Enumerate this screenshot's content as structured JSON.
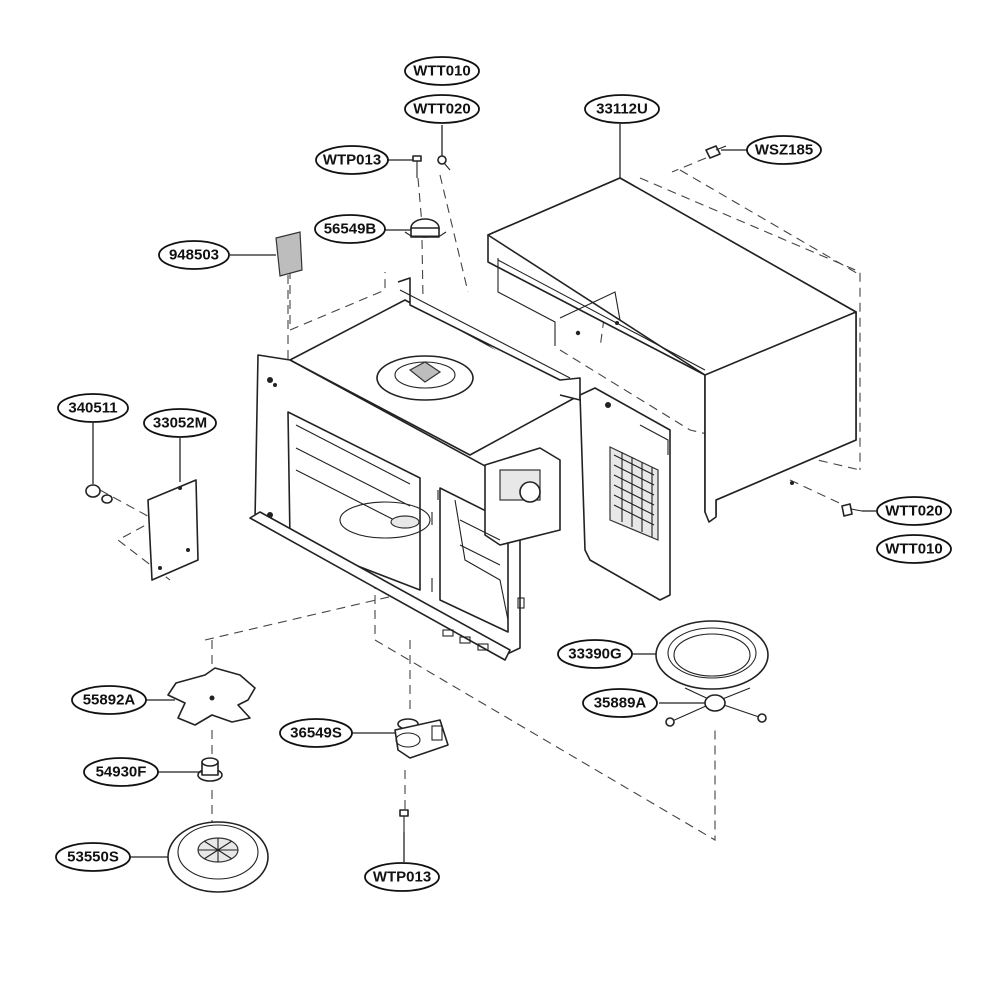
{
  "callouts": [
    {
      "id": "wtt010-top",
      "label": "WTT010"
    },
    {
      "id": "wtt020-top",
      "label": "WTT020"
    },
    {
      "id": "33112u",
      "label": "33112U"
    },
    {
      "id": "wtp013-top",
      "label": "WTP013"
    },
    {
      "id": "wsz185",
      "label": "WSZ185"
    },
    {
      "id": "56549b",
      "label": "56549B"
    },
    {
      "id": "948503",
      "label": "948503"
    },
    {
      "id": "340511",
      "label": "340511"
    },
    {
      "id": "33052m",
      "label": "33052M"
    },
    {
      "id": "wtt020-right",
      "label": "WTT020"
    },
    {
      "id": "wtt010-right",
      "label": "WTT010"
    },
    {
      "id": "33390g",
      "label": "33390G"
    },
    {
      "id": "55892a",
      "label": "55892A"
    },
    {
      "id": "35889a",
      "label": "35889A"
    },
    {
      "id": "36549s",
      "label": "36549S"
    },
    {
      "id": "54930f",
      "label": "54930F"
    },
    {
      "id": "53550s",
      "label": "53550S"
    },
    {
      "id": "wtp013-bottom",
      "label": "WTP013"
    }
  ]
}
